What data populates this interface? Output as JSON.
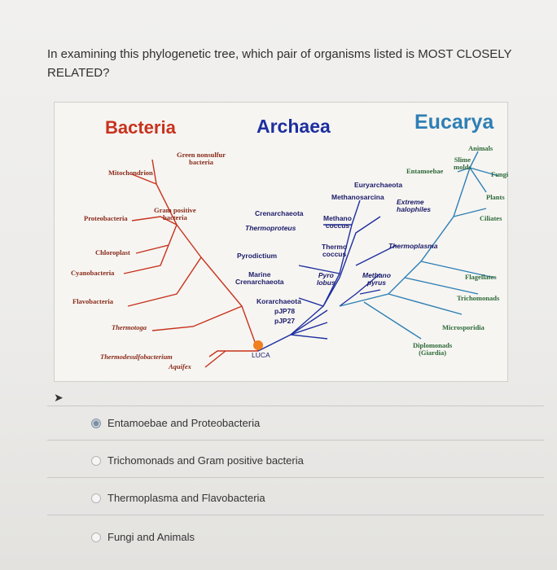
{
  "question": {
    "text_line1": "In examining this phylogenetic tree, which pair of organisms listed is MOST CLOSELY",
    "text_line2": "RELATED?"
  },
  "tree": {
    "domains": {
      "bacteria": "Bacteria",
      "archaea": "Archaea",
      "eucarya": "Eucarya"
    },
    "bacteria_labels": {
      "green": "Green nonsulfur\nbacteria",
      "mito": "Mitochondrion",
      "gram": "Gram positive\nbacteria",
      "proteo": "Proteobacteria",
      "chloro": "Chloroplast",
      "cyano": "Cyanobacteria",
      "flavo": "Flavobacteria",
      "thermotoga": "Thermotoga",
      "thermodesulfo": "Thermodesulfobacterium",
      "aquifex": "Aquifex"
    },
    "archaea_labels": {
      "euryarchaeota": "Euryarchaeota",
      "methanosarcina": "Methanosarcina",
      "extreme": "Extreme\nhalophiles",
      "crenarchaeota": "Crenarchaeota",
      "thermoproteus": "Thermoproteus",
      "methanococcus": "Methano\ncoccus",
      "thermococcus": "Thermo\ncoccus",
      "thermoplasma": "Thermoplasma",
      "pyrodictium": "Pyrodictium",
      "marine": "Marine\nCrenarchaeota",
      "pyrolobus": "Pyro\nlobus",
      "methanopyrus": "Methano\npyrus",
      "korarchaeota": "Korarchaeota",
      "pjp78": "pJP78",
      "pjp27": "pJP27",
      "luca": "LUCA"
    },
    "eucarya_labels": {
      "animals": "Animals",
      "slime": "Slime\nmolds",
      "entamoebae": "Entamoebae",
      "fungi": "Fungi",
      "plants": "Plants",
      "ciliates": "Ciliates",
      "flagellates": "Flagellates",
      "trichomonads": "Trichomonads",
      "microsporidia": "Microsporidia",
      "diplomonads": "Diplomonads\n(Giardia)"
    },
    "colors": {
      "bacteria": "#c8321e",
      "archaea": "#1e2fa0",
      "eucarya": "#2e7fb5",
      "luca_dot": "#f08020"
    }
  },
  "options": [
    {
      "label": "Entamoebae and Proteobacteria",
      "selected": true
    },
    {
      "label": "Trichomonads and Gram positive bacteria",
      "selected": false
    },
    {
      "label": "Thermoplasma and Flavobacteria",
      "selected": false
    },
    {
      "label": "Fungi and Animals",
      "selected": false
    }
  ]
}
